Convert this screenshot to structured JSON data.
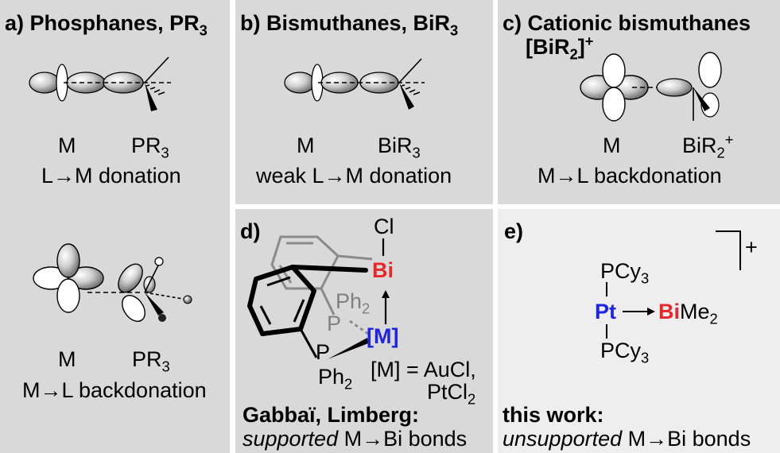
{
  "colors": {
    "panel_bg": "#d9d9d9",
    "panel_e_bg": "#eeeeee",
    "bismuth_red": "#e8262b",
    "metal_blue": "#1f23e6",
    "ligand_gray": "#808080"
  },
  "panel_a": {
    "letter": "a)",
    "title": "Phosphanes, PR",
    "title_sub": "3",
    "top_metal": "M",
    "top_ligand": "PR",
    "top_ligand_sub": "3",
    "top_caption": "L→M donation",
    "bottom_metal": "M",
    "bottom_ligand": "PR",
    "bottom_ligand_sub": "3",
    "bottom_caption": "M→L backdonation"
  },
  "panel_b": {
    "letter": "b)",
    "title": "Bismuthanes, BiR",
    "title_sub": "3",
    "metal": "M",
    "ligand": "BiR",
    "ligand_sub": "3",
    "caption": "weak L→M donation"
  },
  "panel_c": {
    "letter": "c)",
    "title_line1": "Cationic bismuthanes",
    "title_line2": "[BiR",
    "title_line2_sub": "2",
    "title_line2_end": "]",
    "title_line2_sup": "+",
    "metal": "M",
    "ligand": "BiR",
    "ligand_sub": "2",
    "ligand_sup": "+",
    "caption": "M→L backdonation"
  },
  "panel_d": {
    "letter": "d)",
    "cl": "Cl",
    "bi": "Bi",
    "ph2_back": "Ph",
    "ph2_back_sub": "2",
    "p_back": "P",
    "p_front": "P",
    "metal": "[M]",
    "ph2_front": "Ph",
    "ph2_front_sub": "2",
    "m_def_line1": "[M] = AuCl,",
    "m_def_line2": "PtCl",
    "m_def_line2_sub": "2",
    "credit_bold": "Gabbaï, Limberg:",
    "credit_italic": "supported",
    "credit_rest": " M→Bi bonds"
  },
  "panel_e": {
    "letter": "e)",
    "charge": "+",
    "pcy_top": "PCy",
    "pcy_top_sub": "3",
    "pt": "Pt",
    "bi": "Bi",
    "me": "Me",
    "me_sub": "2",
    "pcy_bottom": "PCy",
    "pcy_bottom_sub": "3",
    "credit_bold": "this work:",
    "credit_italic": "unsupported",
    "credit_rest": " M→Bi bonds"
  }
}
